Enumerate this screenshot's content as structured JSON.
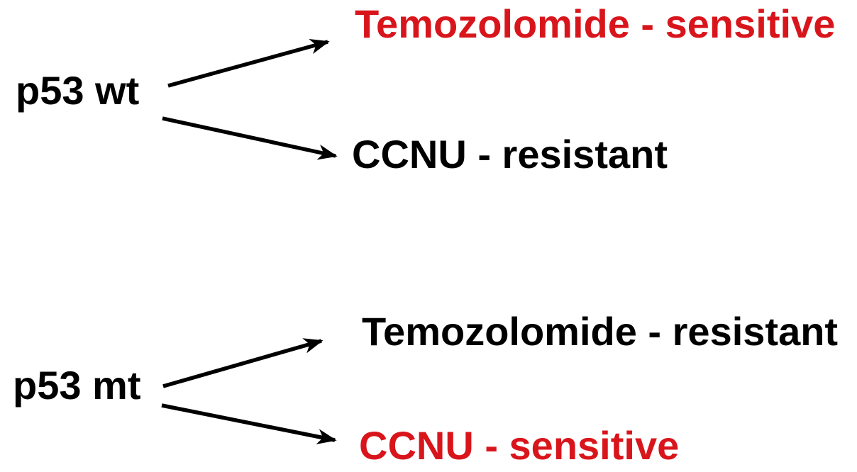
{
  "diagram": {
    "background_color": "#ffffff",
    "text_color": "#000000",
    "highlight_color": "#d9151c",
    "groups": [
      {
        "node": "p53 wt",
        "outcomes": [
          {
            "label": "Temozolomide - sensitive",
            "emphasis": "red"
          },
          {
            "label": "CCNU - resistant",
            "emphasis": "black"
          }
        ]
      },
      {
        "node": "p53 mt",
        "outcomes": [
          {
            "label": "Temozolomide - resistant",
            "emphasis": "black"
          },
          {
            "label": "CCNU - sensitive",
            "emphasis": "red"
          }
        ]
      }
    ]
  }
}
